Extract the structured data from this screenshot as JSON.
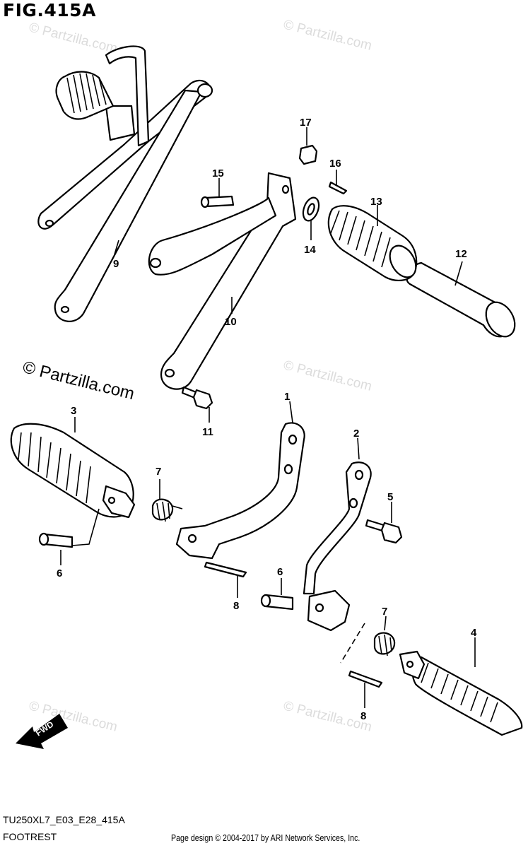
{
  "figure": {
    "title": "FIG.415A",
    "watermark": "© Partzilla.com",
    "copyright_overlay": "© Partzilla.com",
    "fwd_label": "FWD"
  },
  "callouts": [
    "1",
    "2",
    "3",
    "4",
    "5",
    "6",
    "7",
    "8",
    "9",
    "10",
    "11",
    "12",
    "13",
    "14",
    "15",
    "16",
    "17"
  ],
  "callouts_repeated": {
    "six_b": "6",
    "seven_b": "7",
    "eight_b": "8"
  },
  "footer": {
    "code": "TU250XL7_E03_E28_415A",
    "name": "FOOTREST",
    "credit": "Page design © 2004-2017 by ARI Network Services, Inc."
  }
}
